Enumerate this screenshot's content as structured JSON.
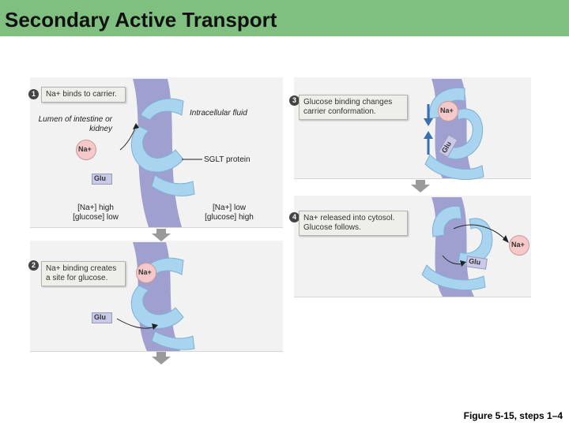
{
  "title": "Secondary Active Transport",
  "figure_caption": "Figure 5-15, steps 1–4",
  "regions": {
    "lumen": "Lumen of intestine or kidney",
    "intracellular": "Intracellular fluid",
    "protein": "SGLT protein",
    "lumen_conc": "[Na+] high [glucose] low",
    "intracellular_conc": "[Na+] low [glucose] high"
  },
  "steps": [
    {
      "number": "1",
      "text": "Na+ binds to carrier."
    },
    {
      "number": "2",
      "text": "Na+ binding creates a site for glucose."
    },
    {
      "number": "3",
      "text": "Glucose binding changes carrier conformation."
    },
    {
      "number": "4",
      "text": "Na+ released into cytosol. Glucose follows."
    }
  ],
  "molecules": {
    "sodium": "Na+",
    "glucose": "Glu"
  },
  "colors": {
    "title_bar": "#7fbf7f",
    "membrane": "#9f9fd0",
    "carrier": "#a9d4ef",
    "sodium": "#f5c9c9",
    "glucose": "#c9c9e8"
  }
}
